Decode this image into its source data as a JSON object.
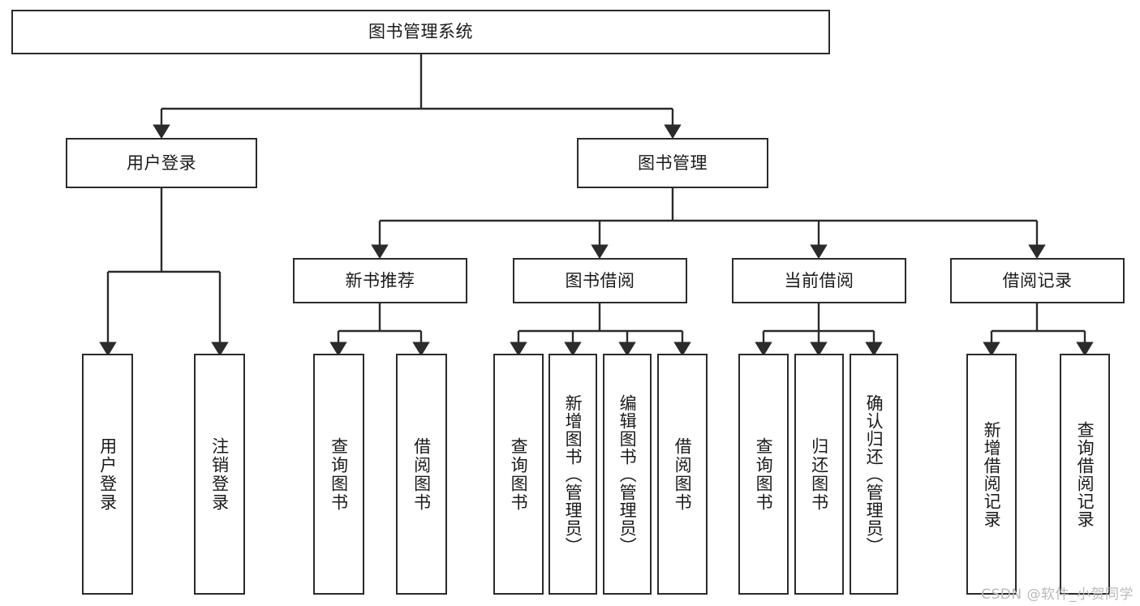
{
  "diagram": {
    "type": "tree-hierarchy-diagram",
    "title_node": {
      "id": "root",
      "label": "图书管理系统"
    },
    "level2": [
      {
        "id": "user-login",
        "label": "用户登录"
      },
      {
        "id": "book-manage",
        "label": "图书管理"
      }
    ],
    "level3": [
      {
        "id": "new-book-recommend",
        "label": "新书推荐"
      },
      {
        "id": "book-borrow",
        "label": "图书借阅"
      },
      {
        "id": "current-borrow",
        "label": "当前借阅"
      },
      {
        "id": "borrow-record",
        "label": "借阅记录"
      }
    ],
    "leaves": {
      "user_login": [
        {
          "id": "leaf-user-login",
          "label": "用户登录"
        },
        {
          "id": "leaf-logout",
          "label": "注销登录"
        }
      ],
      "new_book_recommend": [
        {
          "id": "leaf-query-book-1",
          "label": "查询图书"
        },
        {
          "id": "leaf-borrow-book-1",
          "label": "借阅图书"
        }
      ],
      "book_borrow": [
        {
          "id": "leaf-query-book-2",
          "label": "查询图书"
        },
        {
          "id": "leaf-add-book",
          "label": "新增图书（管理员）"
        },
        {
          "id": "leaf-edit-book",
          "label": "编辑图书（管理员）"
        },
        {
          "id": "leaf-borrow-book-2",
          "label": "借阅图书"
        }
      ],
      "current_borrow": [
        {
          "id": "leaf-query-book-3",
          "label": "查询图书"
        },
        {
          "id": "leaf-return-book",
          "label": "归还图书"
        },
        {
          "id": "leaf-confirm-return",
          "label": "确认归还（管理员）"
        }
      ],
      "borrow_record": [
        {
          "id": "leaf-add-record",
          "label": "新增借阅记录"
        },
        {
          "id": "leaf-query-record",
          "label": "查询借阅记录"
        }
      ]
    },
    "colors": {
      "stroke": "#2b2b2b",
      "fill": "#ffffff",
      "text": "#1a1a1a",
      "watermark": "#b9b9b9"
    }
  },
  "watermark": {
    "text": "CSDN @软件_小贺同学"
  }
}
